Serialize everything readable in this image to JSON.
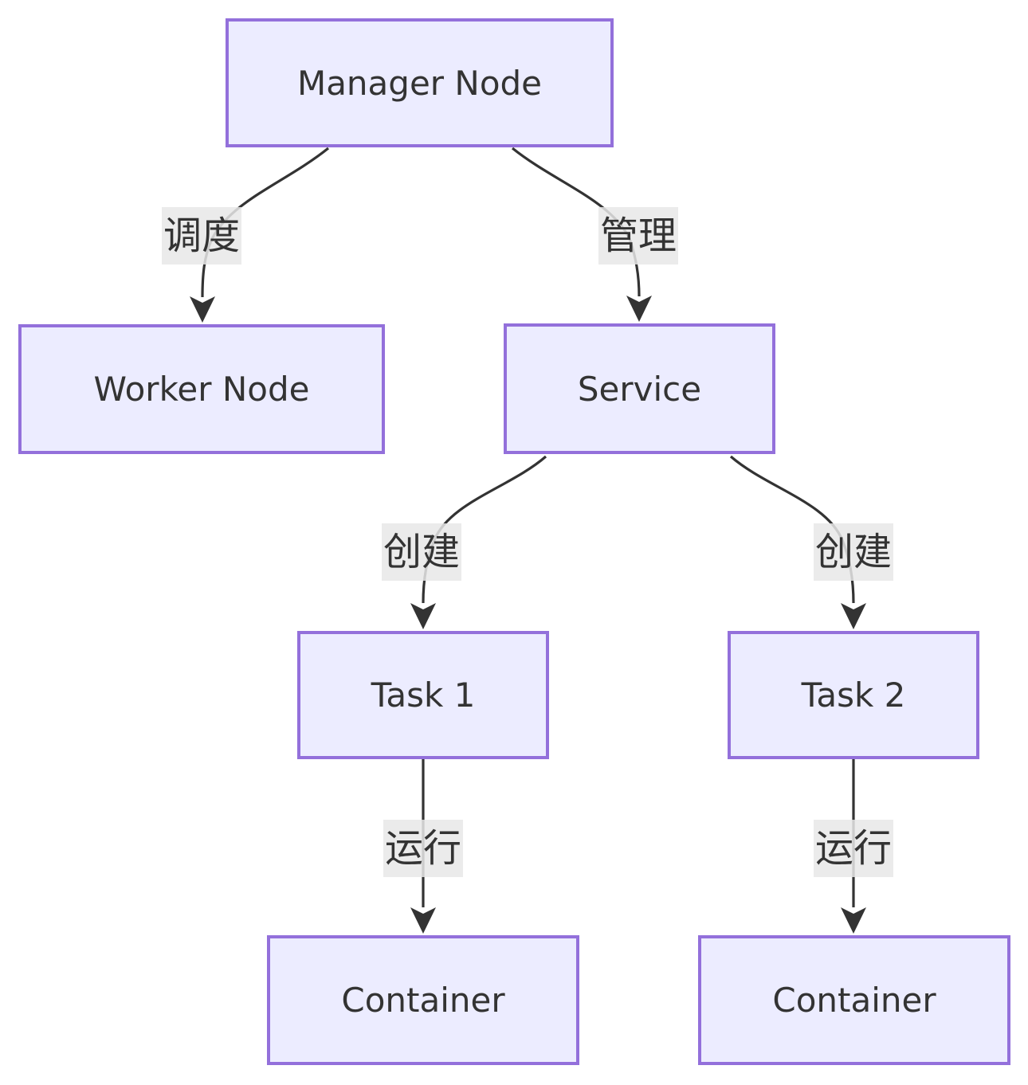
{
  "diagram": {
    "type": "flowchart",
    "direction": "top-down",
    "nodes": [
      {
        "id": "manager",
        "label": "Manager Node"
      },
      {
        "id": "worker",
        "label": "Worker Node"
      },
      {
        "id": "service",
        "label": "Service"
      },
      {
        "id": "task1",
        "label": "Task 1"
      },
      {
        "id": "task2",
        "label": "Task 2"
      },
      {
        "id": "container1",
        "label": "Container"
      },
      {
        "id": "container2",
        "label": "Container"
      }
    ],
    "edges": [
      {
        "from": "manager",
        "to": "worker",
        "label": "调度"
      },
      {
        "from": "manager",
        "to": "service",
        "label": "管理"
      },
      {
        "from": "service",
        "to": "task1",
        "label": "创建"
      },
      {
        "from": "service",
        "to": "task2",
        "label": "创建"
      },
      {
        "from": "task1",
        "to": "container1",
        "label": "运行"
      },
      {
        "from": "task2",
        "to": "container2",
        "label": "运行"
      }
    ],
    "colors": {
      "node_fill": "#ECECFF",
      "node_border": "#9370DB",
      "edge_stroke": "#333333",
      "edge_label_background": "#E8E8E8",
      "text": "#333333",
      "background": "#FFFFFF"
    }
  }
}
